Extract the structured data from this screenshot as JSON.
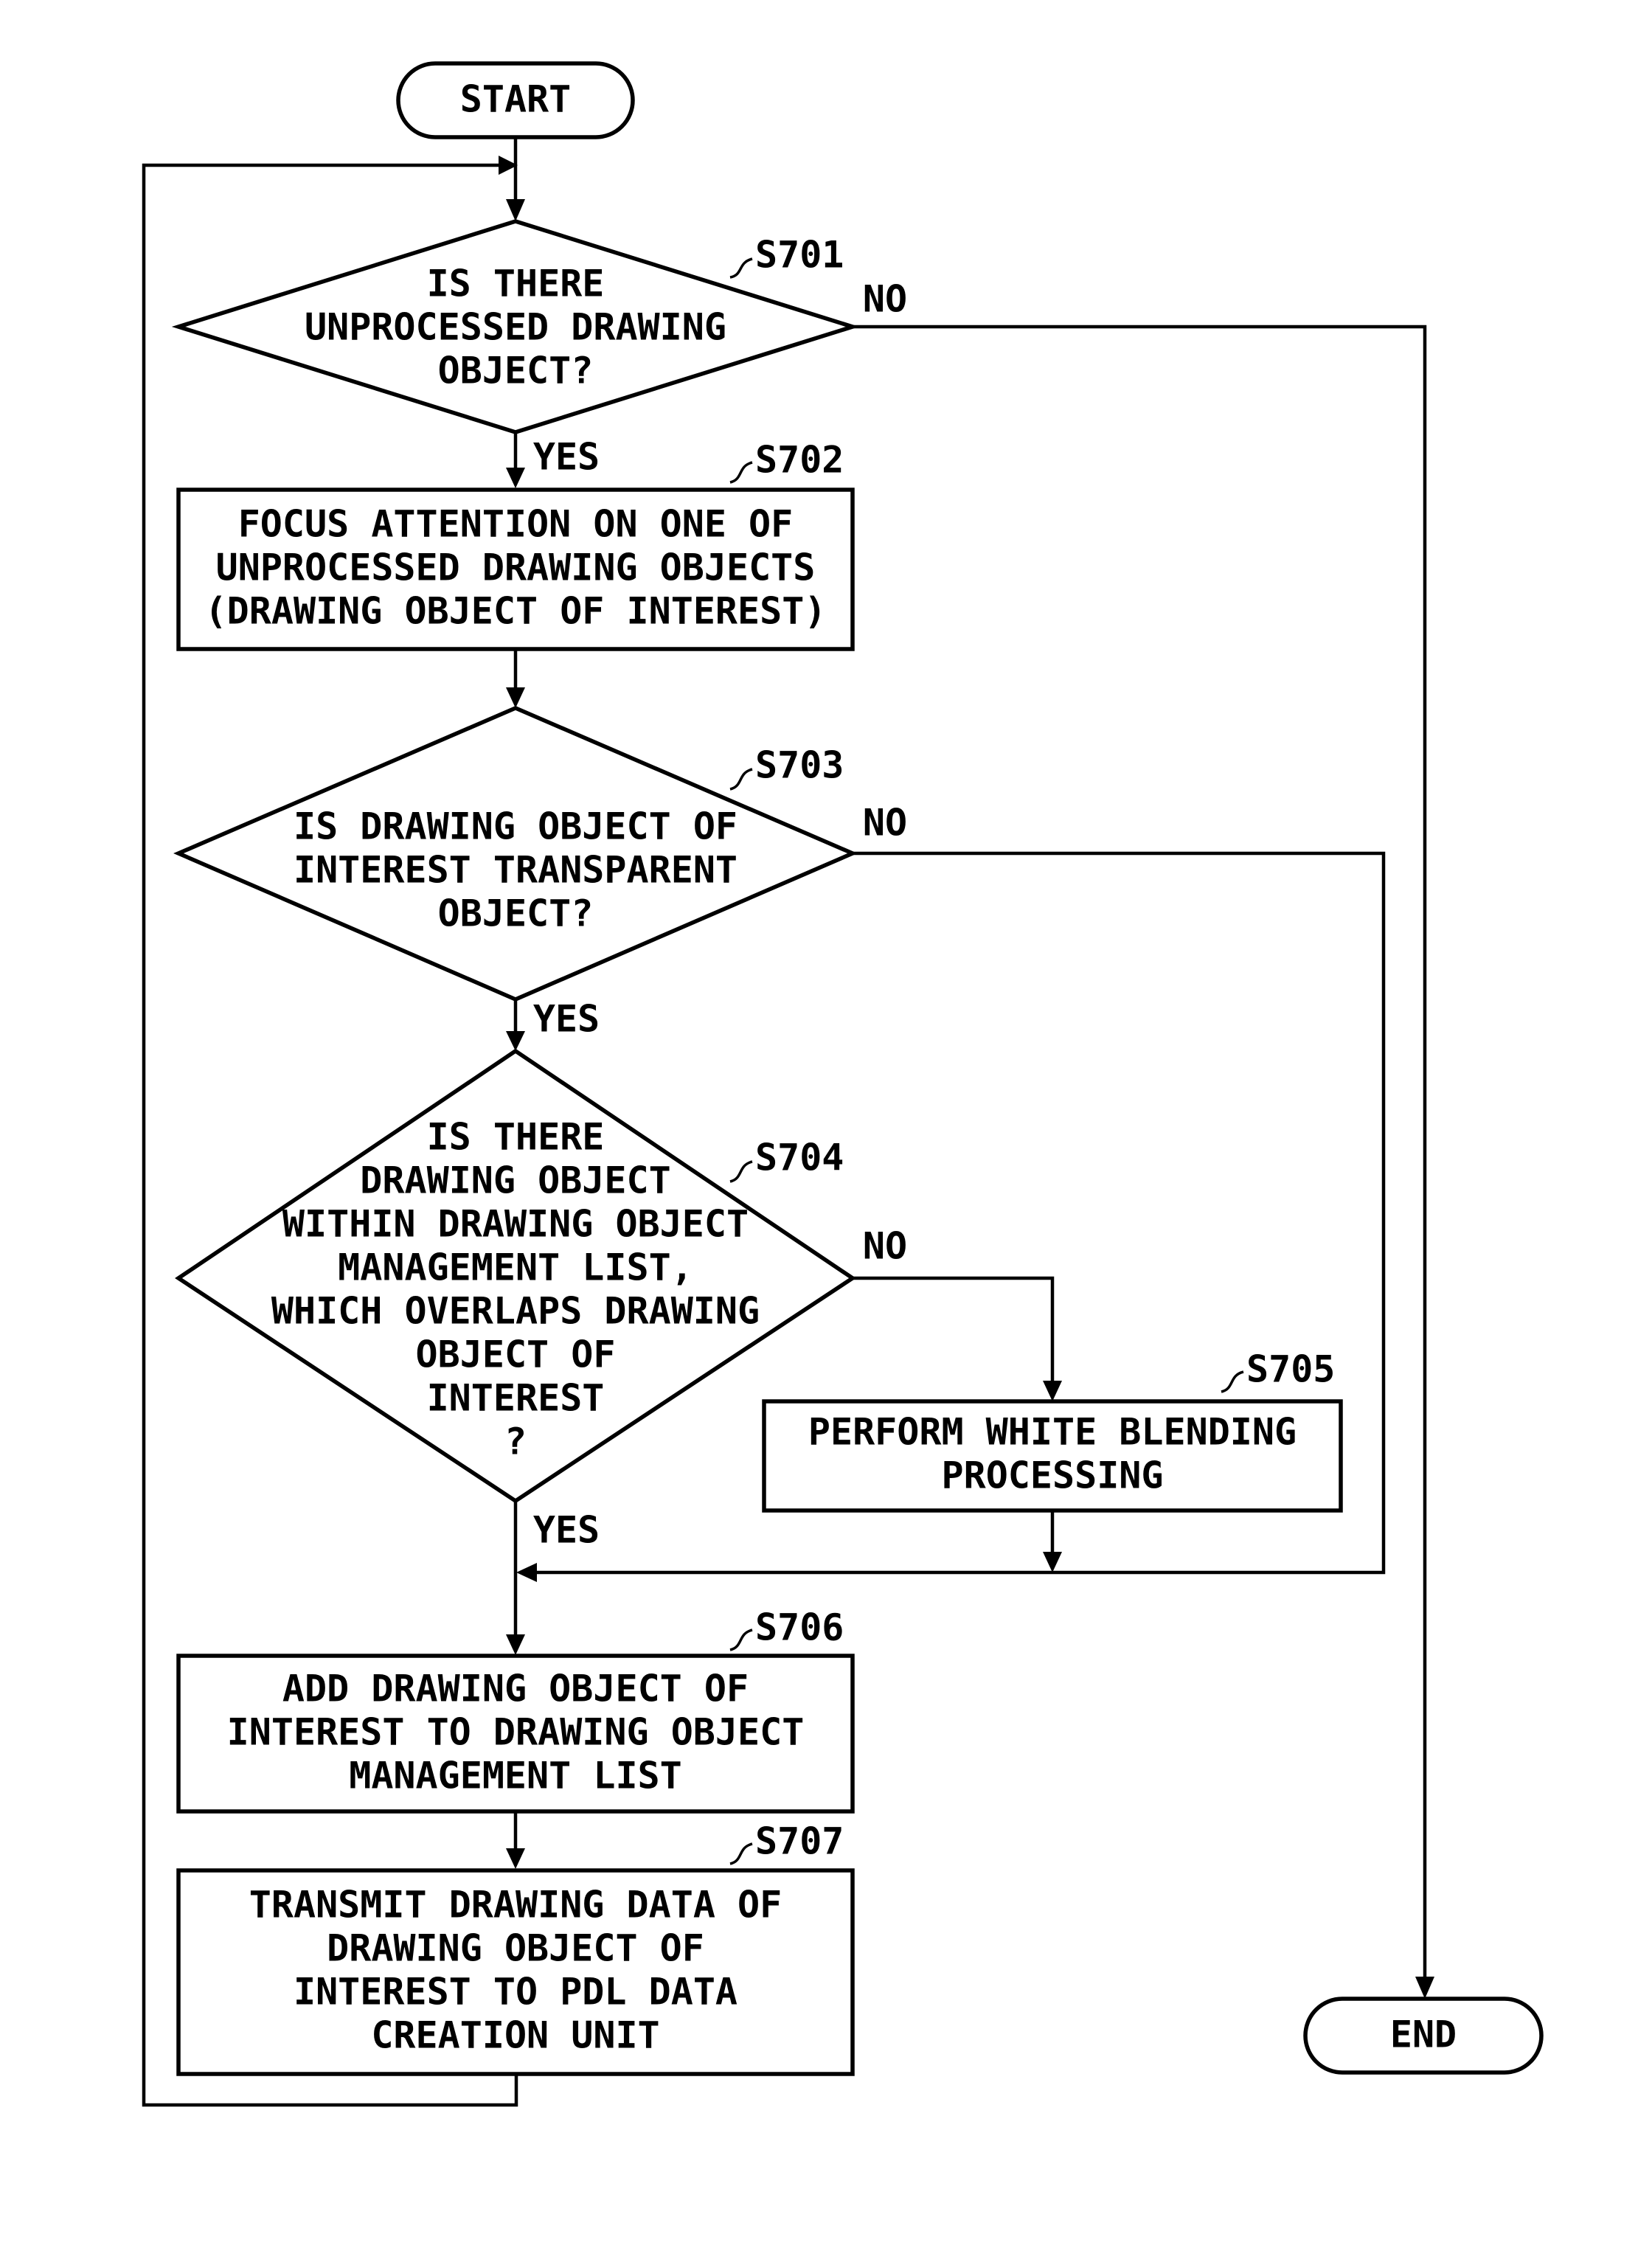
{
  "start_label": "START",
  "end_label": "END",
  "s701": {
    "step": "S701",
    "lines": [
      "IS THERE",
      "UNPROCESSED DRAWING",
      "OBJECT?"
    ],
    "yes": "YES",
    "no": "NO"
  },
  "s702": {
    "step": "S702",
    "lines": [
      "FOCUS ATTENTION ON ONE OF",
      "UNPROCESSED DRAWING OBJECTS",
      "(DRAWING OBJECT OF INTEREST)"
    ]
  },
  "s703": {
    "step": "S703",
    "lines": [
      "IS DRAWING OBJECT OF",
      "INTEREST TRANSPARENT",
      "OBJECT?"
    ],
    "yes": "YES",
    "no": "NO"
  },
  "s704": {
    "step": "S704",
    "lines": [
      "IS THERE",
      "DRAWING OBJECT",
      "WITHIN DRAWING OBJECT",
      "MANAGEMENT LIST,",
      "WHICH OVERLAPS DRAWING",
      "OBJECT OF",
      "INTEREST",
      "?"
    ],
    "yes": "YES",
    "no": "NO"
  },
  "s705": {
    "step": "S705",
    "lines": [
      "PERFORM WHITE BLENDING",
      "PROCESSING"
    ]
  },
  "s706": {
    "step": "S706",
    "lines": [
      "ADD DRAWING OBJECT OF",
      "INTEREST TO DRAWING OBJECT",
      "MANAGEMENT LIST"
    ]
  },
  "s707": {
    "step": "S707",
    "lines": [
      "TRANSMIT DRAWING DATA OF",
      "DRAWING OBJECT OF",
      "INTEREST TO PDL DATA",
      "CREATION UNIT"
    ]
  }
}
